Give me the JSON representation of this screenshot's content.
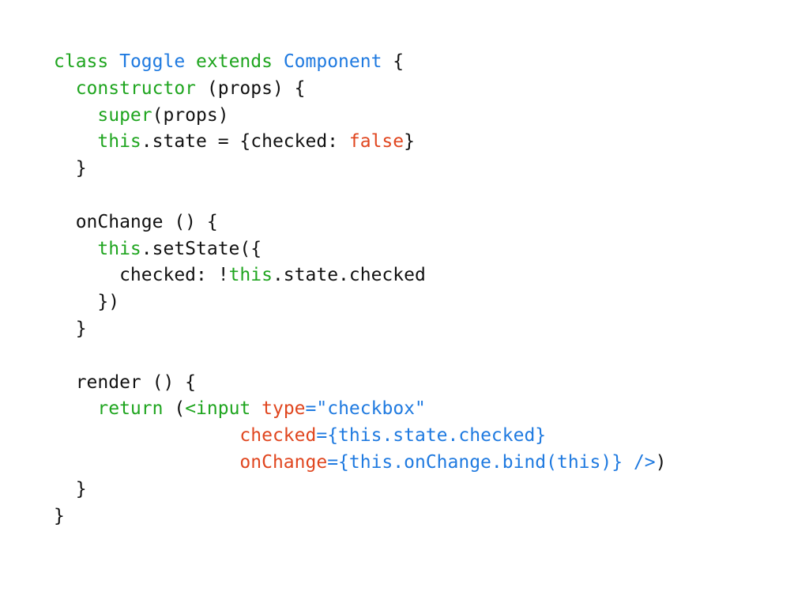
{
  "colors": {
    "keyword": "#1fa51f",
    "type": "#1f7ae0",
    "literal": "#e0461f",
    "plain": "#111111",
    "background": "#ffffff"
  },
  "code": {
    "l1": [
      "class ",
      "Toggle ",
      "extends ",
      "Component",
      " {"
    ],
    "l2": [
      "  ",
      "constructor",
      " (props) {"
    ],
    "l3": [
      "    ",
      "super",
      "(props)"
    ],
    "l4": [
      "    ",
      "this",
      ".state = {checked: ",
      "false",
      "}"
    ],
    "l5": [
      "  }"
    ],
    "l6": [
      ""
    ],
    "l7": [
      "  onChange () {"
    ],
    "l8": [
      "    ",
      "this",
      ".setState({"
    ],
    "l9": [
      "      checked: !",
      "this",
      ".state.checked"
    ],
    "l10": [
      "    })"
    ],
    "l11": [
      "  }"
    ],
    "l12": [
      ""
    ],
    "l13": [
      "  render () {"
    ],
    "l14": [
      "    ",
      "return",
      " (",
      "<input",
      " ",
      "type",
      "=",
      "\"checkbox\""
    ],
    "l15": [
      "                 ",
      "checked",
      "=",
      "{this.state.checked}"
    ],
    "l16": [
      "                 ",
      "onChange",
      "=",
      "{this.onChange.bind(this)}",
      " ",
      "/>",
      ")"
    ],
    "l17": [
      "  }"
    ],
    "l18": [
      "}"
    ]
  }
}
